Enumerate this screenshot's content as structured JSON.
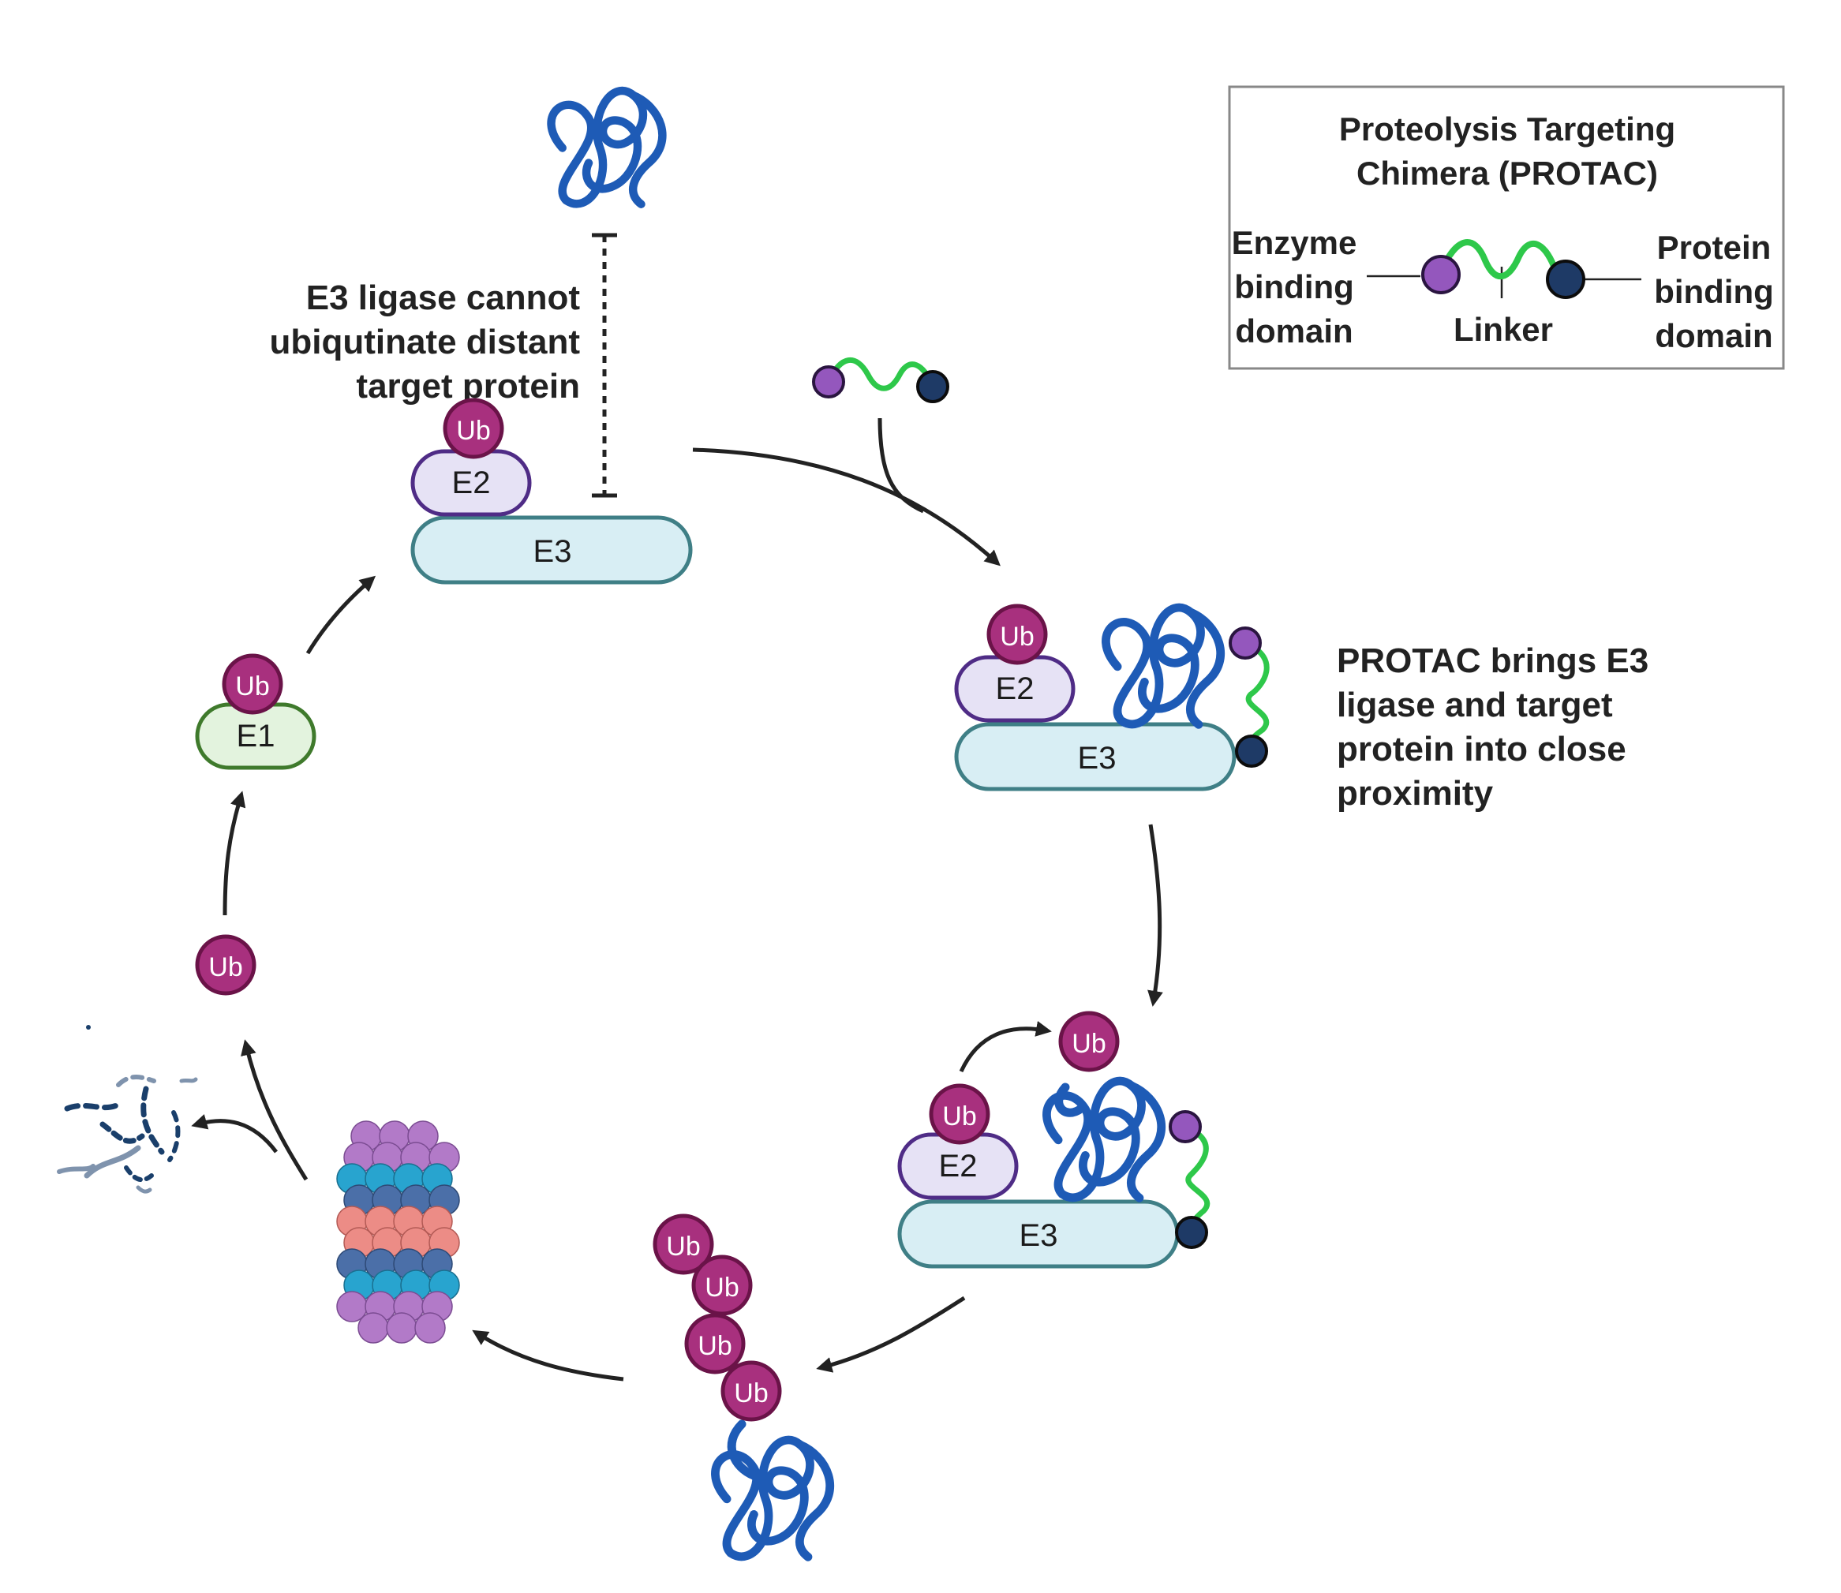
{
  "legend": {
    "title_line1": "Proteolysis Targeting",
    "title_line2": "Chimera (PROTAC)",
    "enzyme_l1": "Enzyme",
    "enzyme_l2": "binding",
    "enzyme_l3": "domain",
    "linker": "Linker",
    "protein_l1": "Protein",
    "protein_l2": "binding",
    "protein_l3": "domain"
  },
  "note_top": {
    "l1": "E3 ligase cannot",
    "l2": "ubiqutinate distant",
    "l3": "target protein"
  },
  "note_right": {
    "l1": "PROTAC brings E3",
    "l2": "ligase and target",
    "l3": "protein into close",
    "l4": "proximity"
  },
  "labels": {
    "ub": "Ub",
    "e1": "E1",
    "e2": "E2",
    "e3": "E3"
  },
  "colors": {
    "ub_fill": "#a8307e",
    "ub_stroke": "#6a1348",
    "e3_fill": "#d8eef4",
    "e3_stroke": "#3f7f86",
    "e2_fill": "#e6e2f5",
    "e2_stroke": "#4f2c86",
    "e1_fill": "#e3f3de",
    "e1_stroke": "#3f7a2c",
    "protein": "#1e5bb6",
    "linker": "#2ec84a",
    "enzyme_domain": "#9457bd",
    "protein_domain": "#1e3a66",
    "arrow": "#222222"
  }
}
